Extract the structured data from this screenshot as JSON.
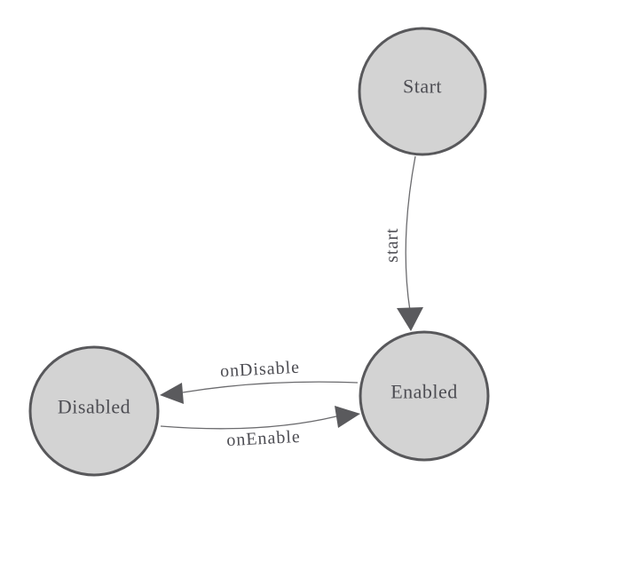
{
  "diagram": {
    "title": "state-machine-diagram",
    "background_color": "#ffffff",
    "node_fill_color": "#d3d3d3",
    "node_stroke_color": "#58585b",
    "edge_line_color": "#6b6b6e",
    "arrowhead_color": "#5a5a5d",
    "label_color": "#4d4d53",
    "nodes": [
      {
        "id": "start",
        "label": "Start"
      },
      {
        "id": "enabled",
        "label": "Enabled"
      },
      {
        "id": "disabled",
        "label": "Disabled"
      }
    ],
    "edges": [
      {
        "from": "Start",
        "to": "Enabled",
        "label": "start"
      },
      {
        "from": "Enabled",
        "to": "Disabled",
        "label": "onDisable"
      },
      {
        "from": "Disabled",
        "to": "Enabled",
        "label": "onEnable"
      }
    ]
  }
}
